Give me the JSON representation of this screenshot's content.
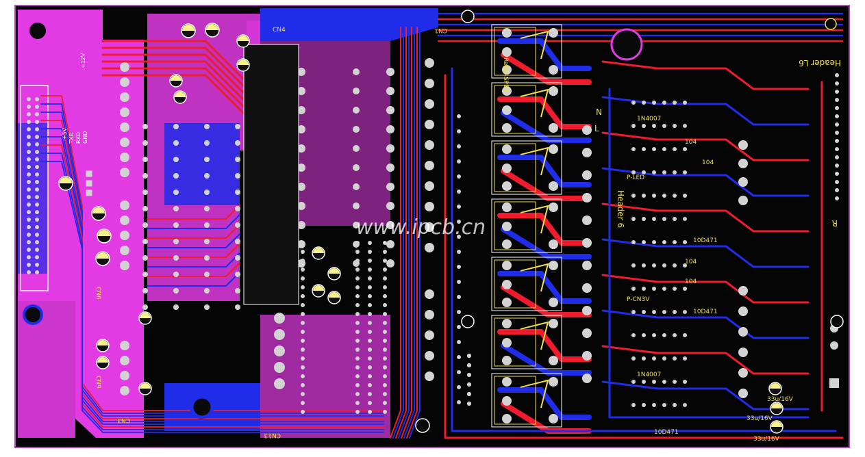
{
  "watermark": "www.ipcb.cn",
  "labels": {
    "header_l6": "Header L6",
    "header_6": "Header 6",
    "cn1": "CN1",
    "cn13": "CN13",
    "cn6": "CN6",
    "cn9": "CN9",
    "cn4": "CN4",
    "cn3": "CN3",
    "n_mark": "N",
    "l_mark": "L",
    "r_mark": "R",
    "relay_spdt": "Relay-SPDT",
    "cap_33u_1": "33u/16V",
    "cap_33u_2": "33u/16V",
    "cap_33u_3": "33u/16V",
    "cap_10d471_a": "10D471",
    "cap_10d471_b": "10D471",
    "cap_10d471_c": "10D471",
    "part_104_a": "104",
    "part_104_b": "104",
    "part_104_c": "104",
    "part_104_d": "104",
    "diode_a": "1N4007",
    "diode_b": "1N4007",
    "ic_a": "P-LED",
    "ic_b": "P-CN3V",
    "pin_5v": "+5V",
    "pin_txd": "TXD",
    "pin_rxd": "RXD",
    "pin_gnd": "GND",
    "pin_12v": "+12V"
  },
  "colors": {
    "board": "#050505",
    "top_copper": "#ee1c2c",
    "bottom_copper": "#1f2ce8",
    "magenta_pour": "#e23be4",
    "silkscreen": "#f1e04a",
    "pad": "#d3d3d3",
    "cap_marker": "#f7f28a"
  }
}
